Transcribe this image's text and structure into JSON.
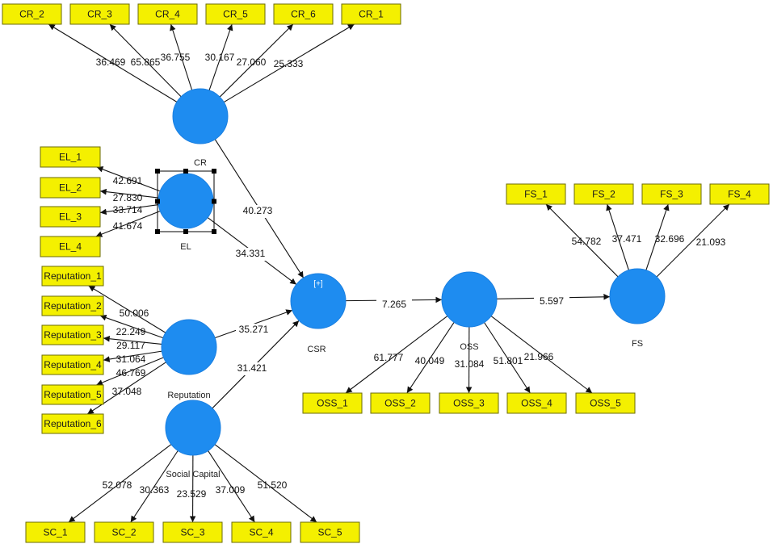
{
  "colors": {
    "construct": "#1e8cf0",
    "indicator": "#f4f000",
    "edge": "#111111"
  },
  "constructs": [
    {
      "id": "CR",
      "label": "CR"
    },
    {
      "id": "EL",
      "label": "EL",
      "selected": true
    },
    {
      "id": "Reputation",
      "label": "Reputation"
    },
    {
      "id": "SocialCapital",
      "label": "Social Capital"
    },
    {
      "id": "CSR",
      "label": "CSR",
      "badge": "[+]"
    },
    {
      "id": "OSS",
      "label": "OSS"
    },
    {
      "id": "FS",
      "label": "FS"
    }
  ],
  "indicators": [
    {
      "id": "CR_2",
      "label": "CR_2"
    },
    {
      "id": "CR_3",
      "label": "CR_3"
    },
    {
      "id": "CR_4",
      "label": "CR_4"
    },
    {
      "id": "CR_5",
      "label": "CR_5"
    },
    {
      "id": "CR_6",
      "label": "CR_6"
    },
    {
      "id": "CR_1",
      "label": "CR_1"
    },
    {
      "id": "EL_1",
      "label": "EL_1"
    },
    {
      "id": "EL_2",
      "label": "EL_2"
    },
    {
      "id": "EL_3",
      "label": "EL_3"
    },
    {
      "id": "EL_4",
      "label": "EL_4"
    },
    {
      "id": "Reputation_1",
      "label": "Reputation_1"
    },
    {
      "id": "Reputation_2",
      "label": "Reputation_2"
    },
    {
      "id": "Reputation_3",
      "label": "Reputation_3"
    },
    {
      "id": "Reputation_4",
      "label": "Reputation_4"
    },
    {
      "id": "Reputation_5",
      "label": "Reputation_5"
    },
    {
      "id": "Reputation_6",
      "label": "Reputation_6"
    },
    {
      "id": "SC_1",
      "label": "SC_1"
    },
    {
      "id": "SC_2",
      "label": "SC_2"
    },
    {
      "id": "SC_3",
      "label": "SC_3"
    },
    {
      "id": "SC_4",
      "label": "SC_4"
    },
    {
      "id": "SC_5",
      "label": "SC_5"
    },
    {
      "id": "OSS_1",
      "label": "OSS_1"
    },
    {
      "id": "OSS_2",
      "label": "OSS_2"
    },
    {
      "id": "OSS_3",
      "label": "OSS_3"
    },
    {
      "id": "OSS_4",
      "label": "OSS_4"
    },
    {
      "id": "OSS_5",
      "label": "OSS_5"
    },
    {
      "id": "FS_1",
      "label": "FS_1"
    },
    {
      "id": "FS_2",
      "label": "FS_2"
    },
    {
      "id": "FS_3",
      "label": "FS_3"
    },
    {
      "id": "FS_4",
      "label": "FS_4"
    }
  ],
  "loadings": [
    {
      "from": "CR",
      "to": "CR_2",
      "value": "36.469"
    },
    {
      "from": "CR",
      "to": "CR_3",
      "value": "65.865"
    },
    {
      "from": "CR",
      "to": "CR_4",
      "value": "36.755"
    },
    {
      "from": "CR",
      "to": "CR_5",
      "value": "30.167"
    },
    {
      "from": "CR",
      "to": "CR_6",
      "value": "27.060"
    },
    {
      "from": "CR",
      "to": "CR_1",
      "value": "25.333"
    },
    {
      "from": "EL",
      "to": "EL_1",
      "value": "42.691"
    },
    {
      "from": "EL",
      "to": "EL_2",
      "value": "27.830"
    },
    {
      "from": "EL",
      "to": "EL_3",
      "value": "33.714"
    },
    {
      "from": "EL",
      "to": "EL_4",
      "value": "41.674"
    },
    {
      "from": "Reputation",
      "to": "Reputation_1",
      "value": "50.006"
    },
    {
      "from": "Reputation",
      "to": "Reputation_2",
      "value": "22.249"
    },
    {
      "from": "Reputation",
      "to": "Reputation_3",
      "value": "29.117"
    },
    {
      "from": "Reputation",
      "to": "Reputation_4",
      "value": "31.064"
    },
    {
      "from": "Reputation",
      "to": "Reputation_5",
      "value": "46.769"
    },
    {
      "from": "Reputation",
      "to": "Reputation_6",
      "value": "37.048"
    },
    {
      "from": "SocialCapital",
      "to": "SC_1",
      "value": "52.078"
    },
    {
      "from": "SocialCapital",
      "to": "SC_2",
      "value": "30.363"
    },
    {
      "from": "SocialCapital",
      "to": "SC_3",
      "value": "23.529"
    },
    {
      "from": "SocialCapital",
      "to": "SC_4",
      "value": "37.009"
    },
    {
      "from": "SocialCapital",
      "to": "SC_5",
      "value": "51.520"
    },
    {
      "from": "OSS",
      "to": "OSS_1",
      "value": "61.777"
    },
    {
      "from": "OSS",
      "to": "OSS_2",
      "value": "40.049"
    },
    {
      "from": "OSS",
      "to": "OSS_3",
      "value": "31.084"
    },
    {
      "from": "OSS",
      "to": "OSS_4",
      "value": "51.801"
    },
    {
      "from": "OSS",
      "to": "OSS_5",
      "value": "21.966"
    },
    {
      "from": "FS",
      "to": "FS_1",
      "value": "54.782"
    },
    {
      "from": "FS",
      "to": "FS_2",
      "value": "37.471"
    },
    {
      "from": "FS",
      "to": "FS_3",
      "value": "32.696"
    },
    {
      "from": "FS",
      "to": "FS_4",
      "value": "21.093"
    }
  ],
  "paths": [
    {
      "from": "CR",
      "to": "CSR",
      "value": "40.273"
    },
    {
      "from": "EL",
      "to": "CSR",
      "value": "34.331"
    },
    {
      "from": "Reputation",
      "to": "CSR",
      "value": "35.271"
    },
    {
      "from": "SocialCapital",
      "to": "CSR",
      "value": "31.421"
    },
    {
      "from": "CSR",
      "to": "OSS",
      "value": "7.265"
    },
    {
      "from": "OSS",
      "to": "FS",
      "value": "5.597"
    }
  ]
}
